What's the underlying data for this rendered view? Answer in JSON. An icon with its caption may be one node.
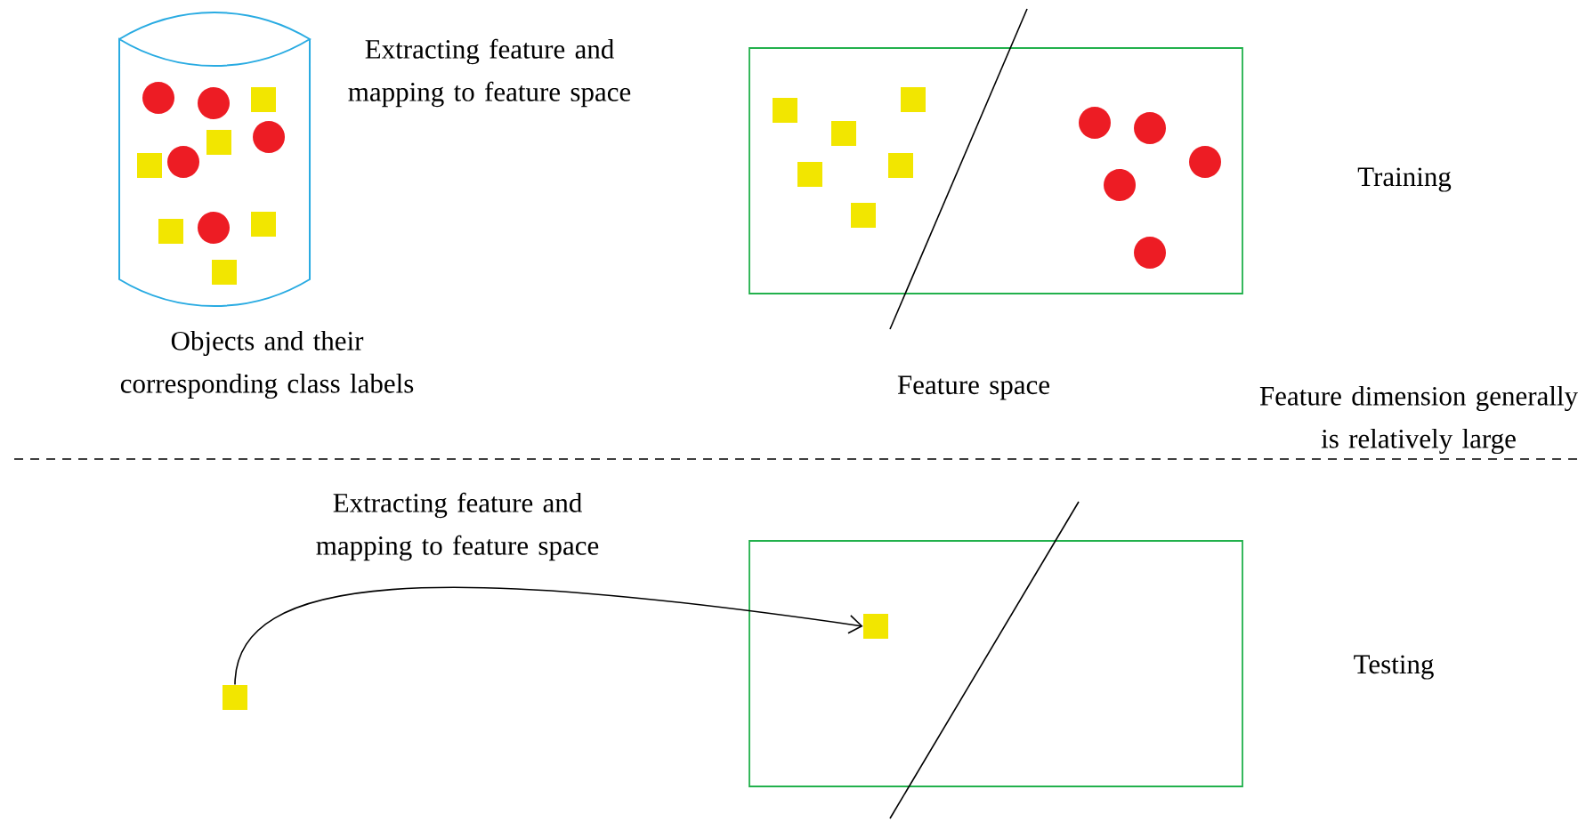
{
  "diagram": {
    "nodes": [
      {
        "text": [],
        "shape": "cylinder",
        "beside": [
          "Objects and their corresponding class labels"
        ]
      },
      {
        "text": [],
        "shape": "box",
        "beside": [
          "Feature space"
        ]
      },
      {
        "text": [],
        "shape": "box"
      },
      {
        "text": [],
        "shape": "box"
      },
      {
        "text": [],
        "shape": "box",
        "in": 2
      }
    ],
    "edges": [
      {
        "from": 3,
        "to": 4,
        "arrow": "to",
        "label": "Extracting feature and mapping to feature space"
      }
    ],
    "labels": [
      "Extracting feature and mapping to feature space",
      "Training",
      "Feature dimension generally is relatively large",
      "Testing"
    ]
  }
}
